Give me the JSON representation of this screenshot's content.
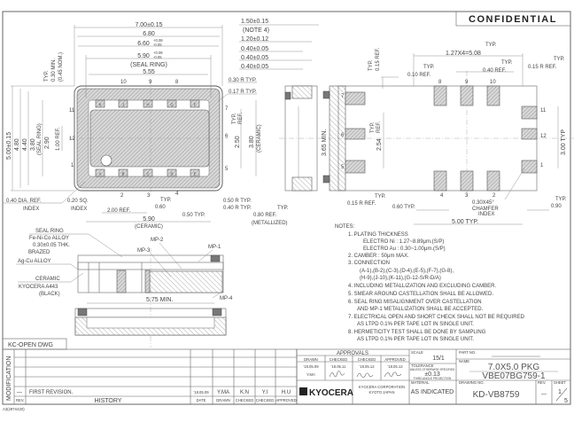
{
  "header": {
    "confidential": "CONFIDENTIAL"
  },
  "top_view": {
    "dims_top": [
      "7.00±0.15",
      "6.80",
      "6.60",
      "5.90",
      "(SEAL RING)",
      "5.55"
    ],
    "tol_plus": "+0.08",
    "tol_minus": "-0.05",
    "left_vertical": [
      "TYP.",
      "0.30 MIN.",
      "(0.45 NOM.)"
    ],
    "radii": [
      "0.30 R TYP.",
      "0.17 R TYP.",
      "0.50 R TYP.",
      "0.40 R TYP."
    ],
    "dims_left": [
      "5.00±0.15",
      "4.80",
      "4.40",
      "3.80",
      "(SEAL RING)",
      "2.90",
      "1.00 REF."
    ],
    "dims_right": [
      "TYP.",
      "REF.",
      "2.50",
      "3.80",
      "(CERAMIC)"
    ],
    "bottom": [
      "0.40 DIA. REF.",
      "INDEX",
      "0.20 SQ.",
      "INDEX",
      "2.00 REF.",
      "TYP.",
      "0.60",
      "0.50 TYP.",
      "5.90",
      "(CERAMIC)",
      "TYP.",
      "0.80 REF.",
      "(METALLIZED)"
    ],
    "pads_top": [
      "10",
      "9",
      "8"
    ],
    "pads_bottom": [
      "2",
      "3",
      "4"
    ],
    "pads_left": [
      "11",
      "12",
      "1"
    ],
    "pads_right": [
      "7",
      "6",
      "5"
    ],
    "lid_top_letters": [
      "K",
      "J",
      "H",
      "G",
      "F"
    ],
    "lid_bottom_letters": [
      "A",
      "B",
      "C",
      "D",
      "E"
    ]
  },
  "side_view": {
    "dims": [
      "1.50±0.15",
      "(NOTE 4)",
      "1.20±0.12",
      "0.40±0.05",
      "0.40±0.05",
      "0.40±0.05"
    ],
    "height": "3.65 MIN."
  },
  "bottom_view": {
    "labels": [
      "TYP.",
      "0.15 REF.",
      "TYP.",
      "1.27X4=5.08",
      "TYP.",
      "0.10 REF.",
      "TYP.",
      "0.40 REF.",
      "TYP.",
      "0.15 R REF."
    ],
    "pads_top": [
      "8",
      "9",
      "10"
    ],
    "pads_right": [
      "11",
      "12",
      "1"
    ],
    "pads_bottom": [
      "4",
      "3",
      "2"
    ],
    "pads_left": [
      "7",
      "6",
      "5"
    ],
    "side_dims": [
      "2.54",
      "TYP.",
      "REF.",
      "3.00 TYP"
    ],
    "bottom_labels": [
      "TYP.",
      "0.15 R REF.",
      "0.60 TYP.",
      "0.30X45°",
      "CHAMFER",
      "INDEX",
      "TYP.",
      "0.90",
      "5.00 TYP."
    ]
  },
  "section": {
    "labels": [
      "SEAL RING",
      "Fe-Ni-Co ALLOY",
      "0.30±0.05 THK.",
      "BRAZED",
      "Ag-Cu ALLOY",
      "CERAMIC",
      "KYOCERA A443",
      "(BLACK)"
    ],
    "mp": [
      "MP-1",
      "MP-2",
      "MP-3",
      "MP-4"
    ],
    "min_width": "5.75 MIN."
  },
  "notes": {
    "title": "NOTES:",
    "items": [
      "1. PLATING THICKNESS",
      "ELECTRO Ni : 1.27~8.89μm.(S/P)",
      "ELECTRO Au : 0.30~1.00μm.(S/P)",
      "2. CAMBER : 50μm MAX.",
      "3. CONNECTION",
      "(A-1),(B-2),(C-3),(D-4),(E-5),(F-7),(G-8),",
      "(H-9),(J-10),(K-11),(G-12-S/R-D/A)",
      "4. INCLUDING METALLIZATION AND EXCLUDING CAMBER.",
      "5. SMEAR AROUND CASTELLATION SHALL BE ALLOWED.",
      "6. SEAL RING MISALIGNMENT OVER CASTELLATION",
      "AND MP-1 METALLIZATION SHALL BE ACCEPTED.",
      "7. ELECTRICAL OPEN AND SHORT CHECK SHALL NOT BE REQUIRED",
      "AS LTPD 0.1% PER TAPE LOT IN SINGLE UNIT.",
      "8. HERMETICITY TEST SHALL BE DONE BY SAMPLING",
      "AS LTPD 0.1% PER TAPE LOT IN SINGLE UNIT."
    ]
  },
  "modification": {
    "kc_open": "KC-OPEN DWG",
    "label": "MODIFICATION",
    "headers": [
      "REV.",
      "HISTORY",
      "DATE",
      "DRAWN",
      "CHECKED",
      "CHECKED",
      "APPROVED"
    ],
    "row": {
      "rev": "—",
      "history": "FIRST REVISION.",
      "date": "'18.05.09",
      "drawn": "Y.MA",
      "checked1": "K.N",
      "checked2": "Y.I",
      "approved": "H.U"
    }
  },
  "approvals": {
    "title": "APPROVALS",
    "headers": [
      "DRAWN",
      "CHECKED",
      "CHECKED",
      "APPROVED"
    ],
    "dates": [
      "'18.05.09",
      "'18.05.11",
      "'18.05.12",
      "'18.05.12"
    ],
    "drawn_name": "Y.MA"
  },
  "company": {
    "logo": "KYOCERA",
    "name": "KYOCERA CORPORATION",
    "city": "KYOTO JAPAN"
  },
  "scale": {
    "label": "SCALE",
    "value": "15/1"
  },
  "tolerance": {
    "label": "TOLERANCE",
    "sub": "UNLESS OTHERWISE SPECIFIED",
    "value": "±0.13",
    "projection": "THIRD ANGLE PROJECTION"
  },
  "material": {
    "label": "MATERIAL",
    "value": "AS INDICATED"
  },
  "part_no": {
    "label": "PART NO."
  },
  "name": {
    "label": "NAME",
    "line1": "7.0X5.0 PKG",
    "line2": "VBE07BG759-1"
  },
  "drawing_no": {
    "label": "DRAWING NO.",
    "value": "KD-VB8759"
  },
  "rev": {
    "label": "REV.",
    "value": "—"
  },
  "sheet": {
    "label": "SHEET",
    "num": "1",
    "total": "5"
  },
  "footer": {
    "paper": "A3(297X420)"
  }
}
